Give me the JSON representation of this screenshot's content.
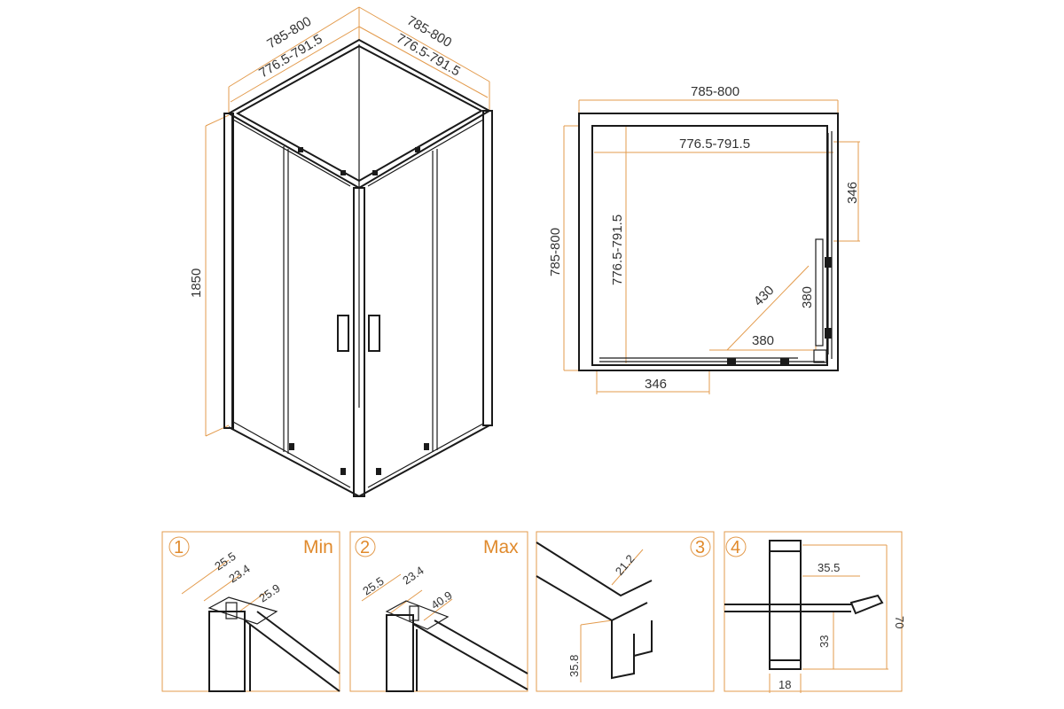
{
  "iso_view": {
    "top_left_outer": "785-800",
    "top_left_inner": "776.5-791.5",
    "top_right_outer": "785-800",
    "top_right_inner": "776.5-791.5",
    "height": "1850"
  },
  "plan_view": {
    "top_width": "785-800",
    "inner_width": "776.5-791.5",
    "right_door": "346",
    "left_outer": "785-800",
    "left_inner": "776.5-791.5",
    "diag": "430",
    "diag_v": "380",
    "diag_h": "380",
    "bottom_door": "346"
  },
  "details": [
    {
      "number": "1",
      "tag": "Min",
      "d1": "25.5",
      "d2": "23.4",
      "d3": "25.9"
    },
    {
      "number": "2",
      "tag": "Max",
      "d1": "25.5",
      "d2": "23.4",
      "d3": "40.9"
    },
    {
      "number": "3",
      "tag": "",
      "d1": "21.2",
      "d2": "35.8"
    },
    {
      "number": "4",
      "tag": "",
      "d1": "35.5",
      "d2": "70",
      "d3": "33",
      "d4": "18"
    }
  ]
}
